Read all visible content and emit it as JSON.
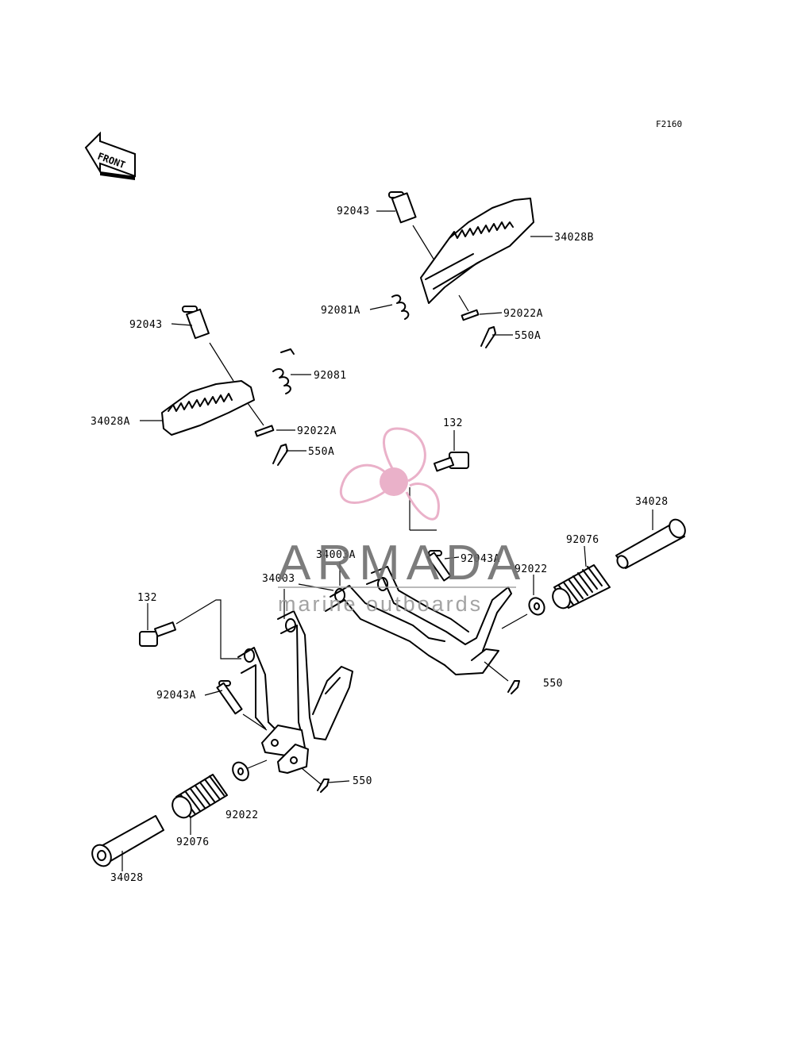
{
  "diagram": {
    "reference_code": "F2160",
    "front_label": "FRONT",
    "parts": {
      "p92043_right": "92043",
      "p34028B": "34028B",
      "p92081A": "92081A",
      "p92022A_right": "92022A",
      "p550A_right": "550A",
      "p92043_left": "92043",
      "p92081": "92081",
      "p34028A": "34028A",
      "p92022A_left": "92022A",
      "p550A_left": "550A",
      "p132_right": "132",
      "p34028_right": "34028",
      "p92076_right": "92076",
      "p34003A": "34003A",
      "p92043A_right": "92043A",
      "p92022_right": "92022",
      "p34003": "34003",
      "p550_right": "550",
      "p132_left": "132",
      "p92043A_left": "92043A",
      "p550_left": "550",
      "p92022_left": "92022",
      "p92076_left": "92076",
      "p34028_left": "34028"
    }
  },
  "watermark": {
    "brand": "ARMADA",
    "tagline": "marine outboards",
    "logo_icon": "propeller-icon",
    "logo_color": "#e8a9c4"
  },
  "colors": {
    "line": "#000000",
    "background": "#ffffff",
    "watermark_pink": "#e8a9c4"
  }
}
